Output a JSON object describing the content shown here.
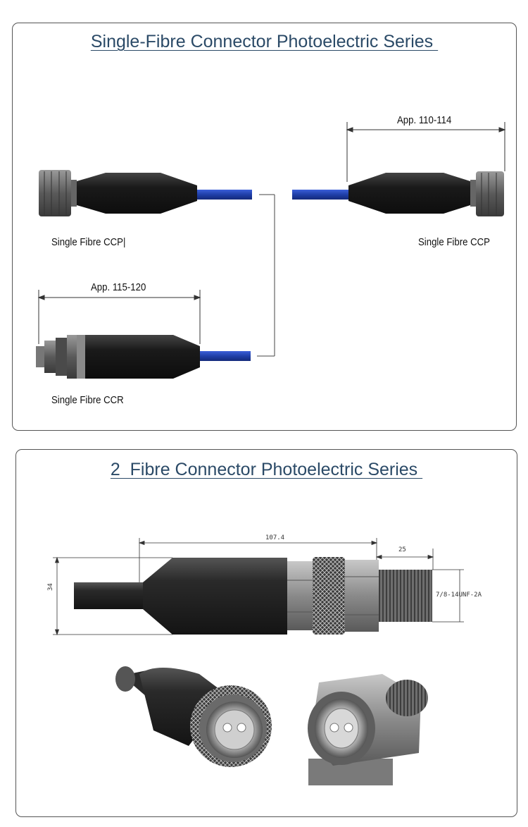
{
  "section1": {
    "title": "Single-Fibre Connector Photoelectric Series ",
    "labels": {
      "ccp_left": "Single Fibre CCP|",
      "ccp_right": "Single Fibre CCP",
      "ccr": "Single Fibre CCR"
    },
    "dimensions": {
      "ccp_length": "App. 110-114",
      "ccr_length": "App. 115-120"
    }
  },
  "section2": {
    "title": "2  Fibre Connector Photoelectric Series ",
    "dimensions": {
      "length": "107.4",
      "thread_length": "25",
      "diameter": "34",
      "thread_spec": "7/8-14UNF-2A"
    }
  },
  "colors": {
    "title": "#2b4a67",
    "cable": "#1f3fa8",
    "boot": "#1d1d1d"
  }
}
